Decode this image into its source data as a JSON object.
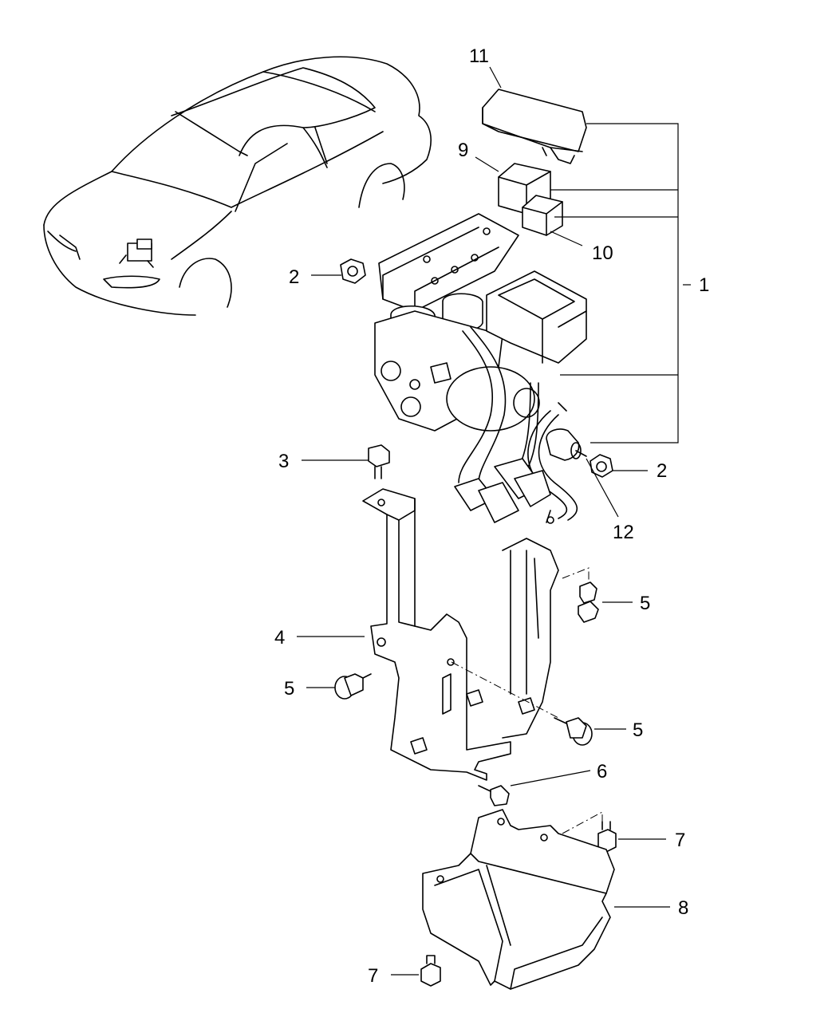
{
  "diagram": {
    "callouts": [
      {
        "id": "c11",
        "label": "11"
      },
      {
        "id": "c9",
        "label": "9"
      },
      {
        "id": "c10",
        "label": "10"
      },
      {
        "id": "c1",
        "label": "1"
      },
      {
        "id": "c2a",
        "label": "2"
      },
      {
        "id": "c2b",
        "label": "2"
      },
      {
        "id": "c3",
        "label": "3"
      },
      {
        "id": "c12",
        "label": "12"
      },
      {
        "id": "c4",
        "label": "4"
      },
      {
        "id": "c5a",
        "label": "5"
      },
      {
        "id": "c5b",
        "label": "5"
      },
      {
        "id": "c5c",
        "label": "5"
      },
      {
        "id": "c6",
        "label": "6"
      },
      {
        "id": "c7a",
        "label": "7"
      },
      {
        "id": "c8",
        "label": "8"
      },
      {
        "id": "c7b",
        "label": "7"
      }
    ]
  }
}
